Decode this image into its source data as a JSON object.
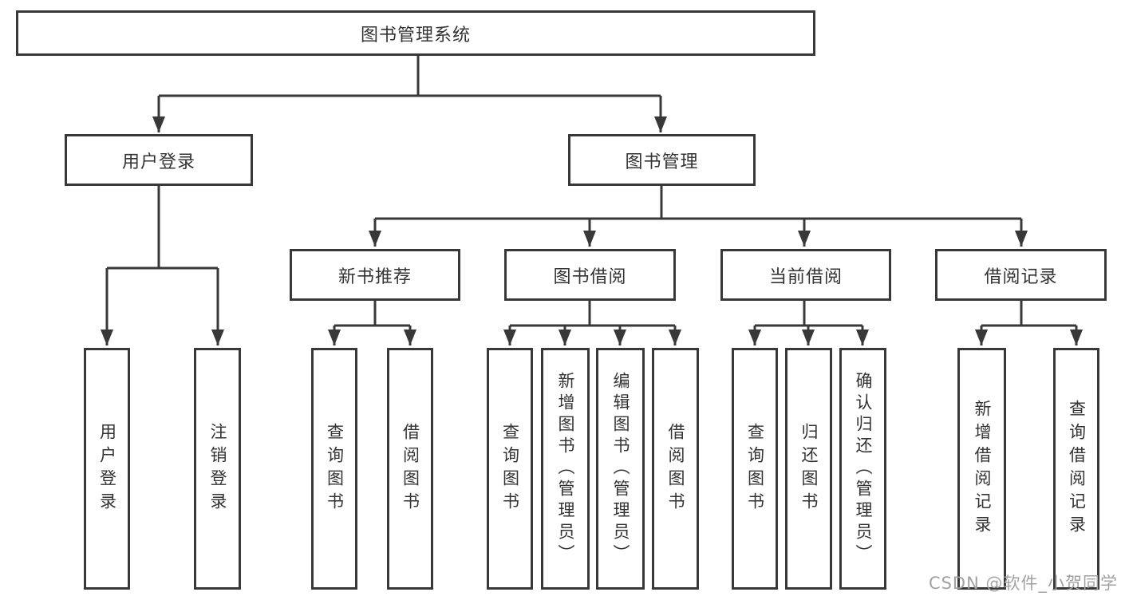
{
  "colors": {
    "line": "#383838",
    "border": "#383838",
    "text": "#333333",
    "box_background": "#ffffff",
    "watermark_text": "#a2a2a2"
  },
  "diagram": {
    "root": {
      "label": "图书管理系统"
    },
    "branches": [
      {
        "label": "用户登录",
        "children": [
          {
            "label": "用户登录"
          },
          {
            "label": "注销登录"
          }
        ]
      },
      {
        "label": "图书管理",
        "children": [
          {
            "label": "新书推荐",
            "children": [
              {
                "label": "查询图书"
              },
              {
                "label": "借阅图书"
              }
            ]
          },
          {
            "label": "图书借阅",
            "children": [
              {
                "label": "查询图书"
              },
              {
                "label": "新增图书（管理员）"
              },
              {
                "label": "编辑图书（管理员）"
              },
              {
                "label": "借阅图书"
              }
            ]
          },
          {
            "label": "当前借阅",
            "children": [
              {
                "label": "查询图书"
              },
              {
                "label": "归还图书"
              },
              {
                "label": "确认归还（管理员）"
              }
            ]
          },
          {
            "label": "借阅记录",
            "children": [
              {
                "label": "新增借阅记录"
              },
              {
                "label": "查询借阅记录"
              }
            ]
          }
        ]
      }
    ]
  },
  "watermark": {
    "text": "CSDN @软件_小贺同学"
  }
}
